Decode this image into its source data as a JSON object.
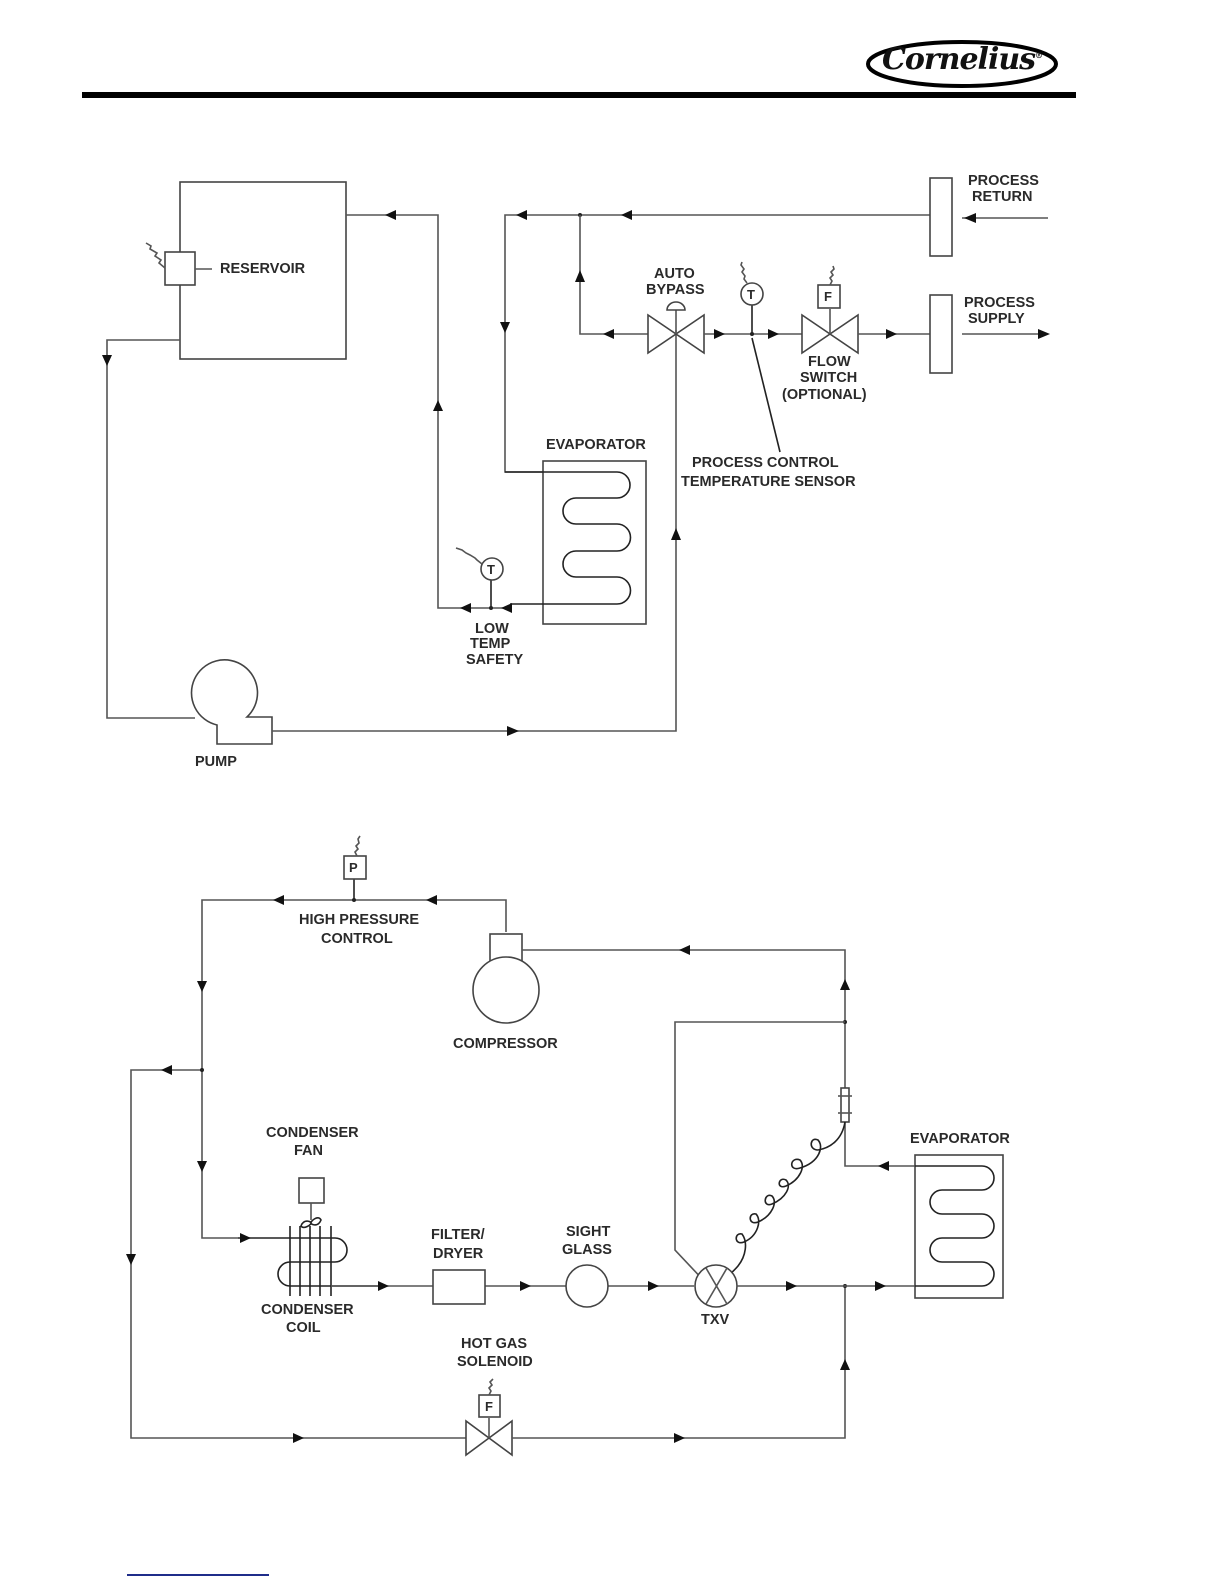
{
  "header": {
    "brand_logo_text": "Cornelius",
    "brand_registered": "®"
  },
  "diagrams": {
    "process_loop": {
      "labels": {
        "reservoir": "RESERVOIR",
        "process_return_1": "PROCESS",
        "process_return_2": "RETURN",
        "process_supply_1": "PROCESS",
        "process_supply_2": "SUPPLY",
        "auto_bypass_1": "AUTO",
        "auto_bypass_2": "BYPASS",
        "temp_sensor_symbol": "T",
        "flow_switch_symbol": "F",
        "flow_switch_1": "FLOW",
        "flow_switch_2": "SWITCH",
        "flow_switch_3": "(OPTIONAL)",
        "evaporator": "EVAPORATOR",
        "process_control_1": "PROCESS CONTROL",
        "process_control_2": "TEMPERATURE SENSOR",
        "low_temp_symbol": "T",
        "low_temp_1": "LOW",
        "low_temp_2": "TEMP",
        "low_temp_3": "SAFETY",
        "pump": "PUMP"
      }
    },
    "refrigeration_loop": {
      "labels": {
        "pressure_symbol": "P",
        "high_pressure_1": "HIGH PRESSURE",
        "high_pressure_2": "CONTROL",
        "compressor": "COMPRESSOR",
        "condenser_fan_1": "CONDENSER",
        "condenser_fan_2": "FAN",
        "condenser_coil_1": "CONDENSER",
        "condenser_coil_2": "COIL",
        "filter_dryer_1": "FILTER/",
        "filter_dryer_2": "DRYER",
        "sight_glass_1": "SIGHT",
        "sight_glass_2": "GLASS",
        "txv": "TXV",
        "evaporator": "EVAPORATOR",
        "hot_gas_1": "HOT GAS",
        "hot_gas_2": "SOLENOID",
        "solenoid_symbol": "F"
      }
    }
  }
}
